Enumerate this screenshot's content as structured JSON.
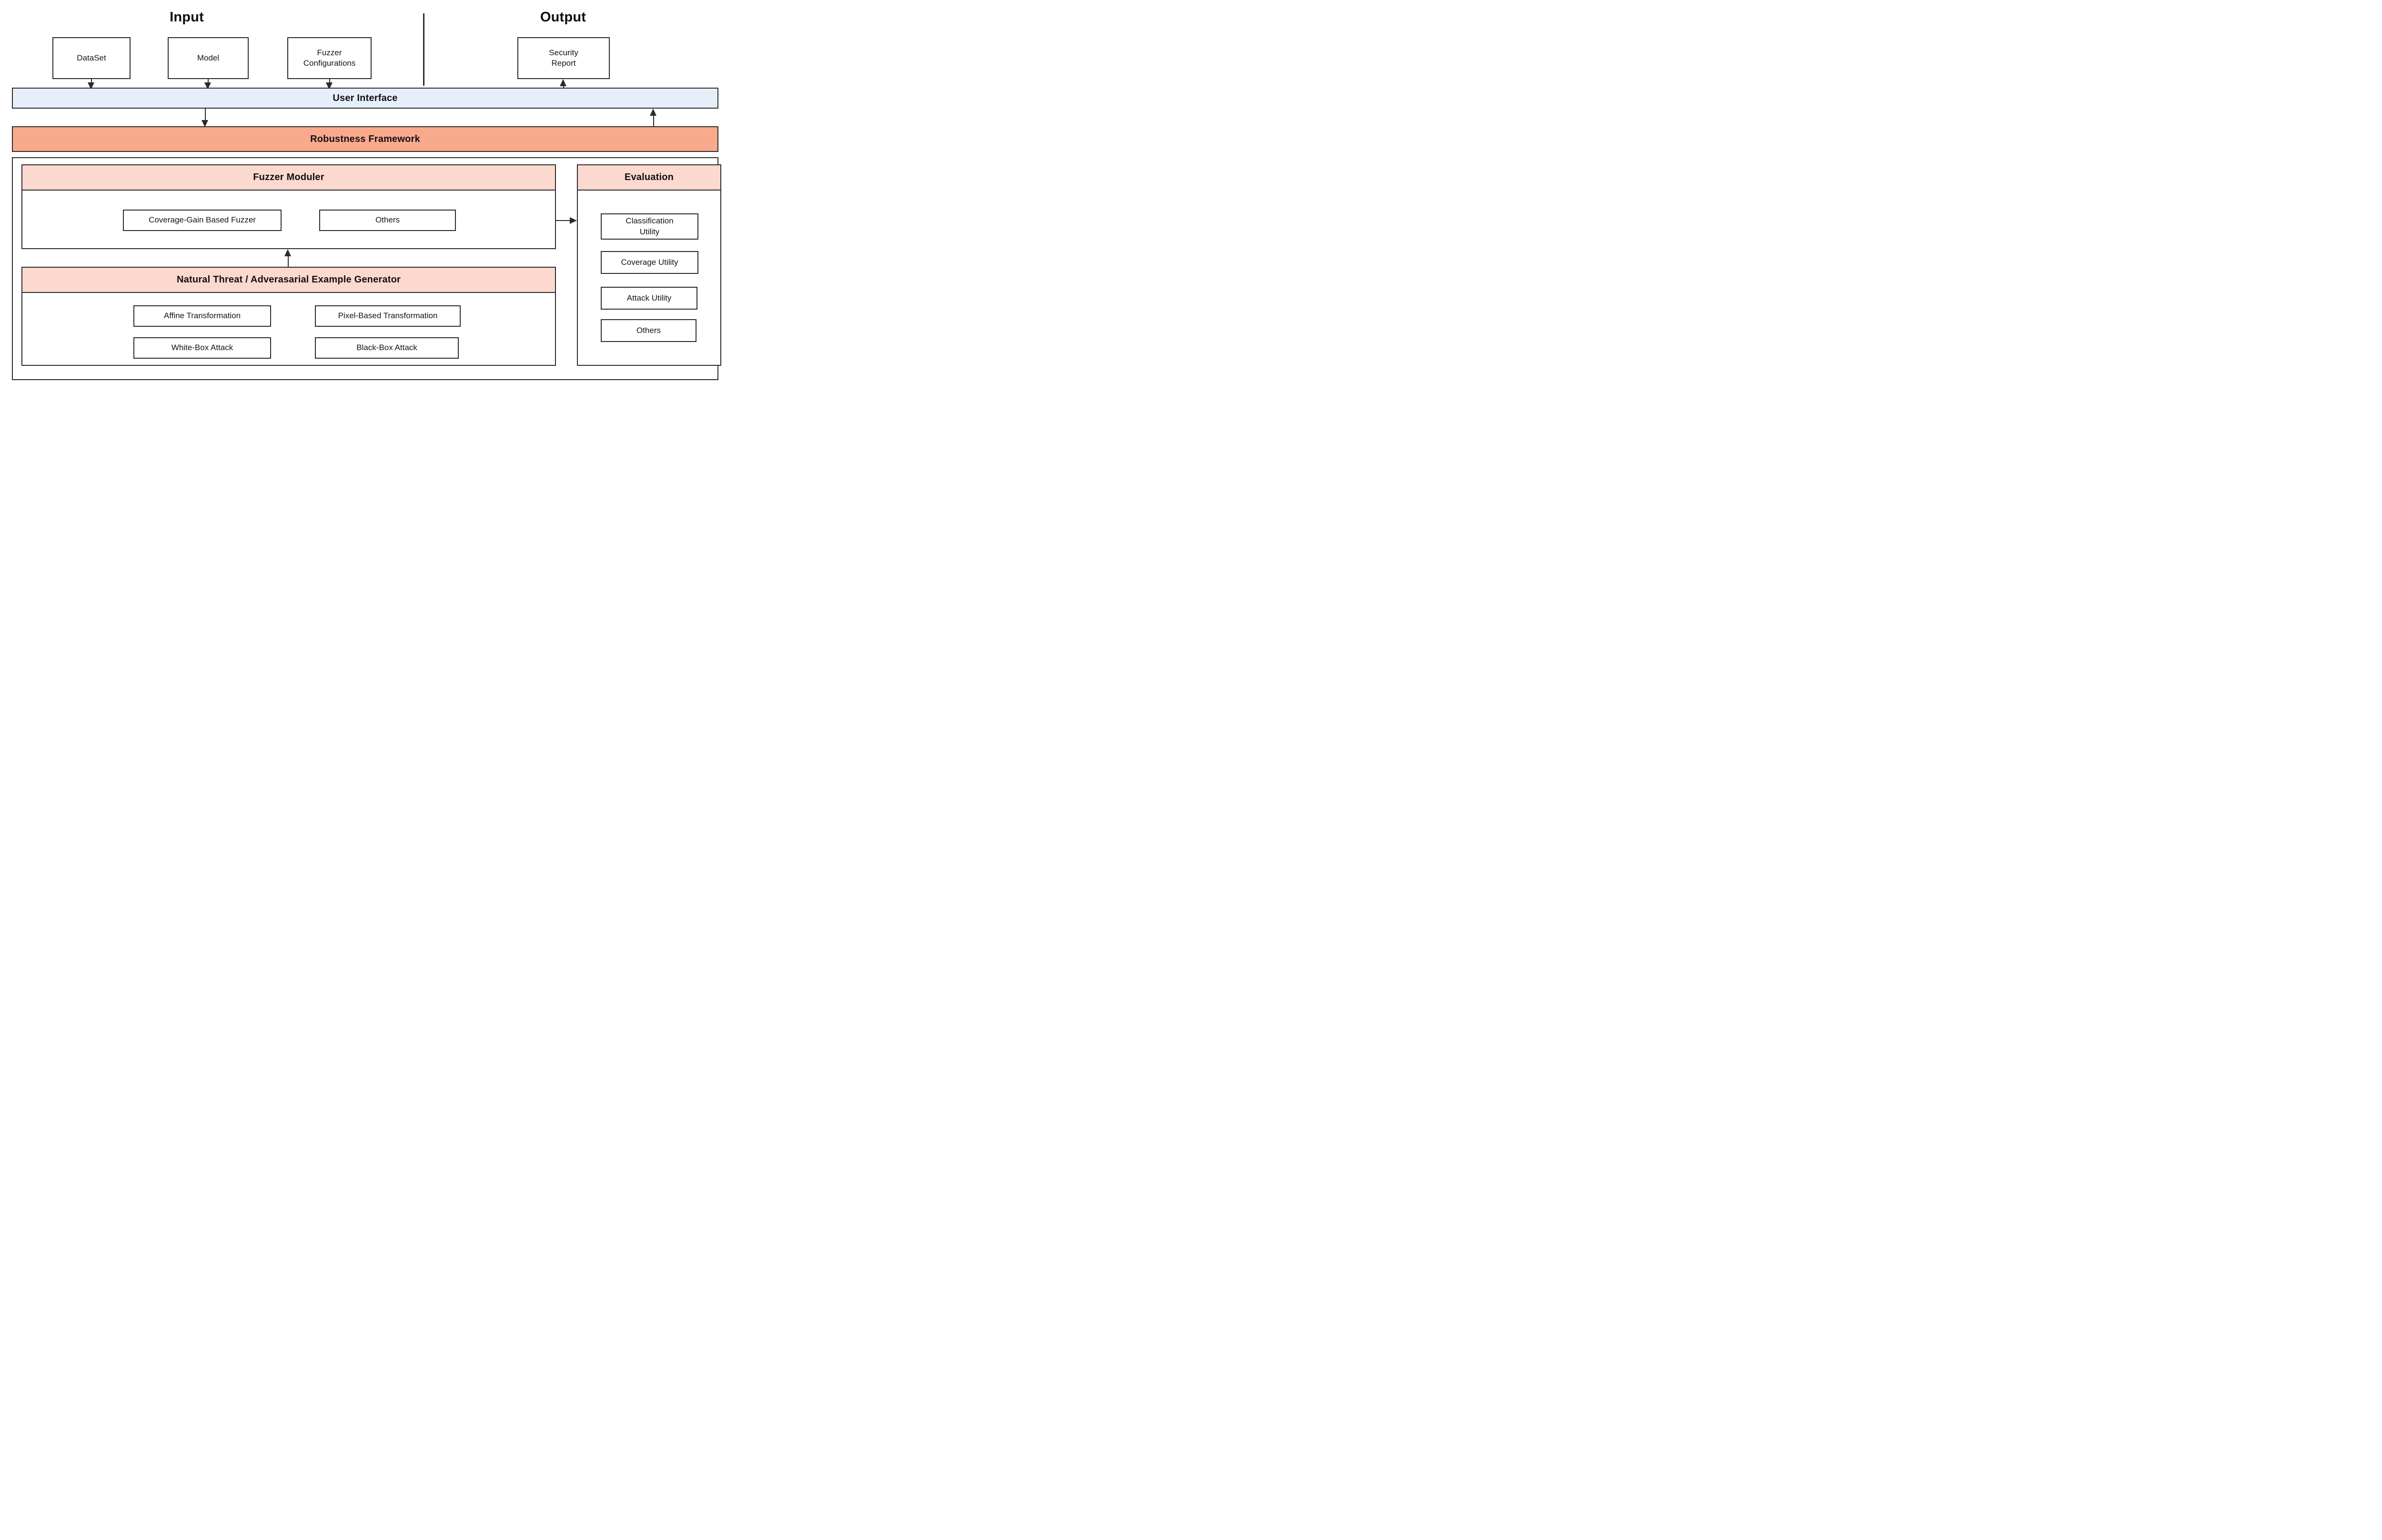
{
  "diagram": {
    "title_input": "Input",
    "title_output": "Output",
    "input_nodes": [
      {
        "label": "DataSet"
      },
      {
        "label": "Model"
      },
      {
        "label": "Fuzzer\nConfigurations"
      }
    ],
    "output_nodes": [
      {
        "label": "Security\nReport"
      }
    ],
    "user_interface_band": "User Interface",
    "robustness_framework_band": "Robustness Framework",
    "fuzzer_moduler": {
      "header": "Fuzzer Moduler",
      "items": [
        {
          "label": "Coverage-Gain Based Fuzzer"
        },
        {
          "label": "Others"
        }
      ]
    },
    "generator": {
      "header": "Natural Threat / Adverasarial Example Generator",
      "items": [
        {
          "label": "Affine Transformation"
        },
        {
          "label": "Pixel-Based Transformation"
        },
        {
          "label": "White-Box Attack"
        },
        {
          "label": "Black-Box Attack"
        }
      ]
    },
    "evaluation": {
      "header": "Evaluation",
      "items": [
        {
          "label": "Classification\nUtility"
        },
        {
          "label": "Coverage Utility"
        },
        {
          "label": "Attack Utility"
        },
        {
          "label": "Others"
        }
      ]
    },
    "colors": {
      "user_interface": "#e6eff9",
      "robustness_framework": "#f9a98c",
      "section_header": "#fbd9cf",
      "stroke": "#2b2b2b",
      "node_fill": "#ffffff"
    }
  }
}
